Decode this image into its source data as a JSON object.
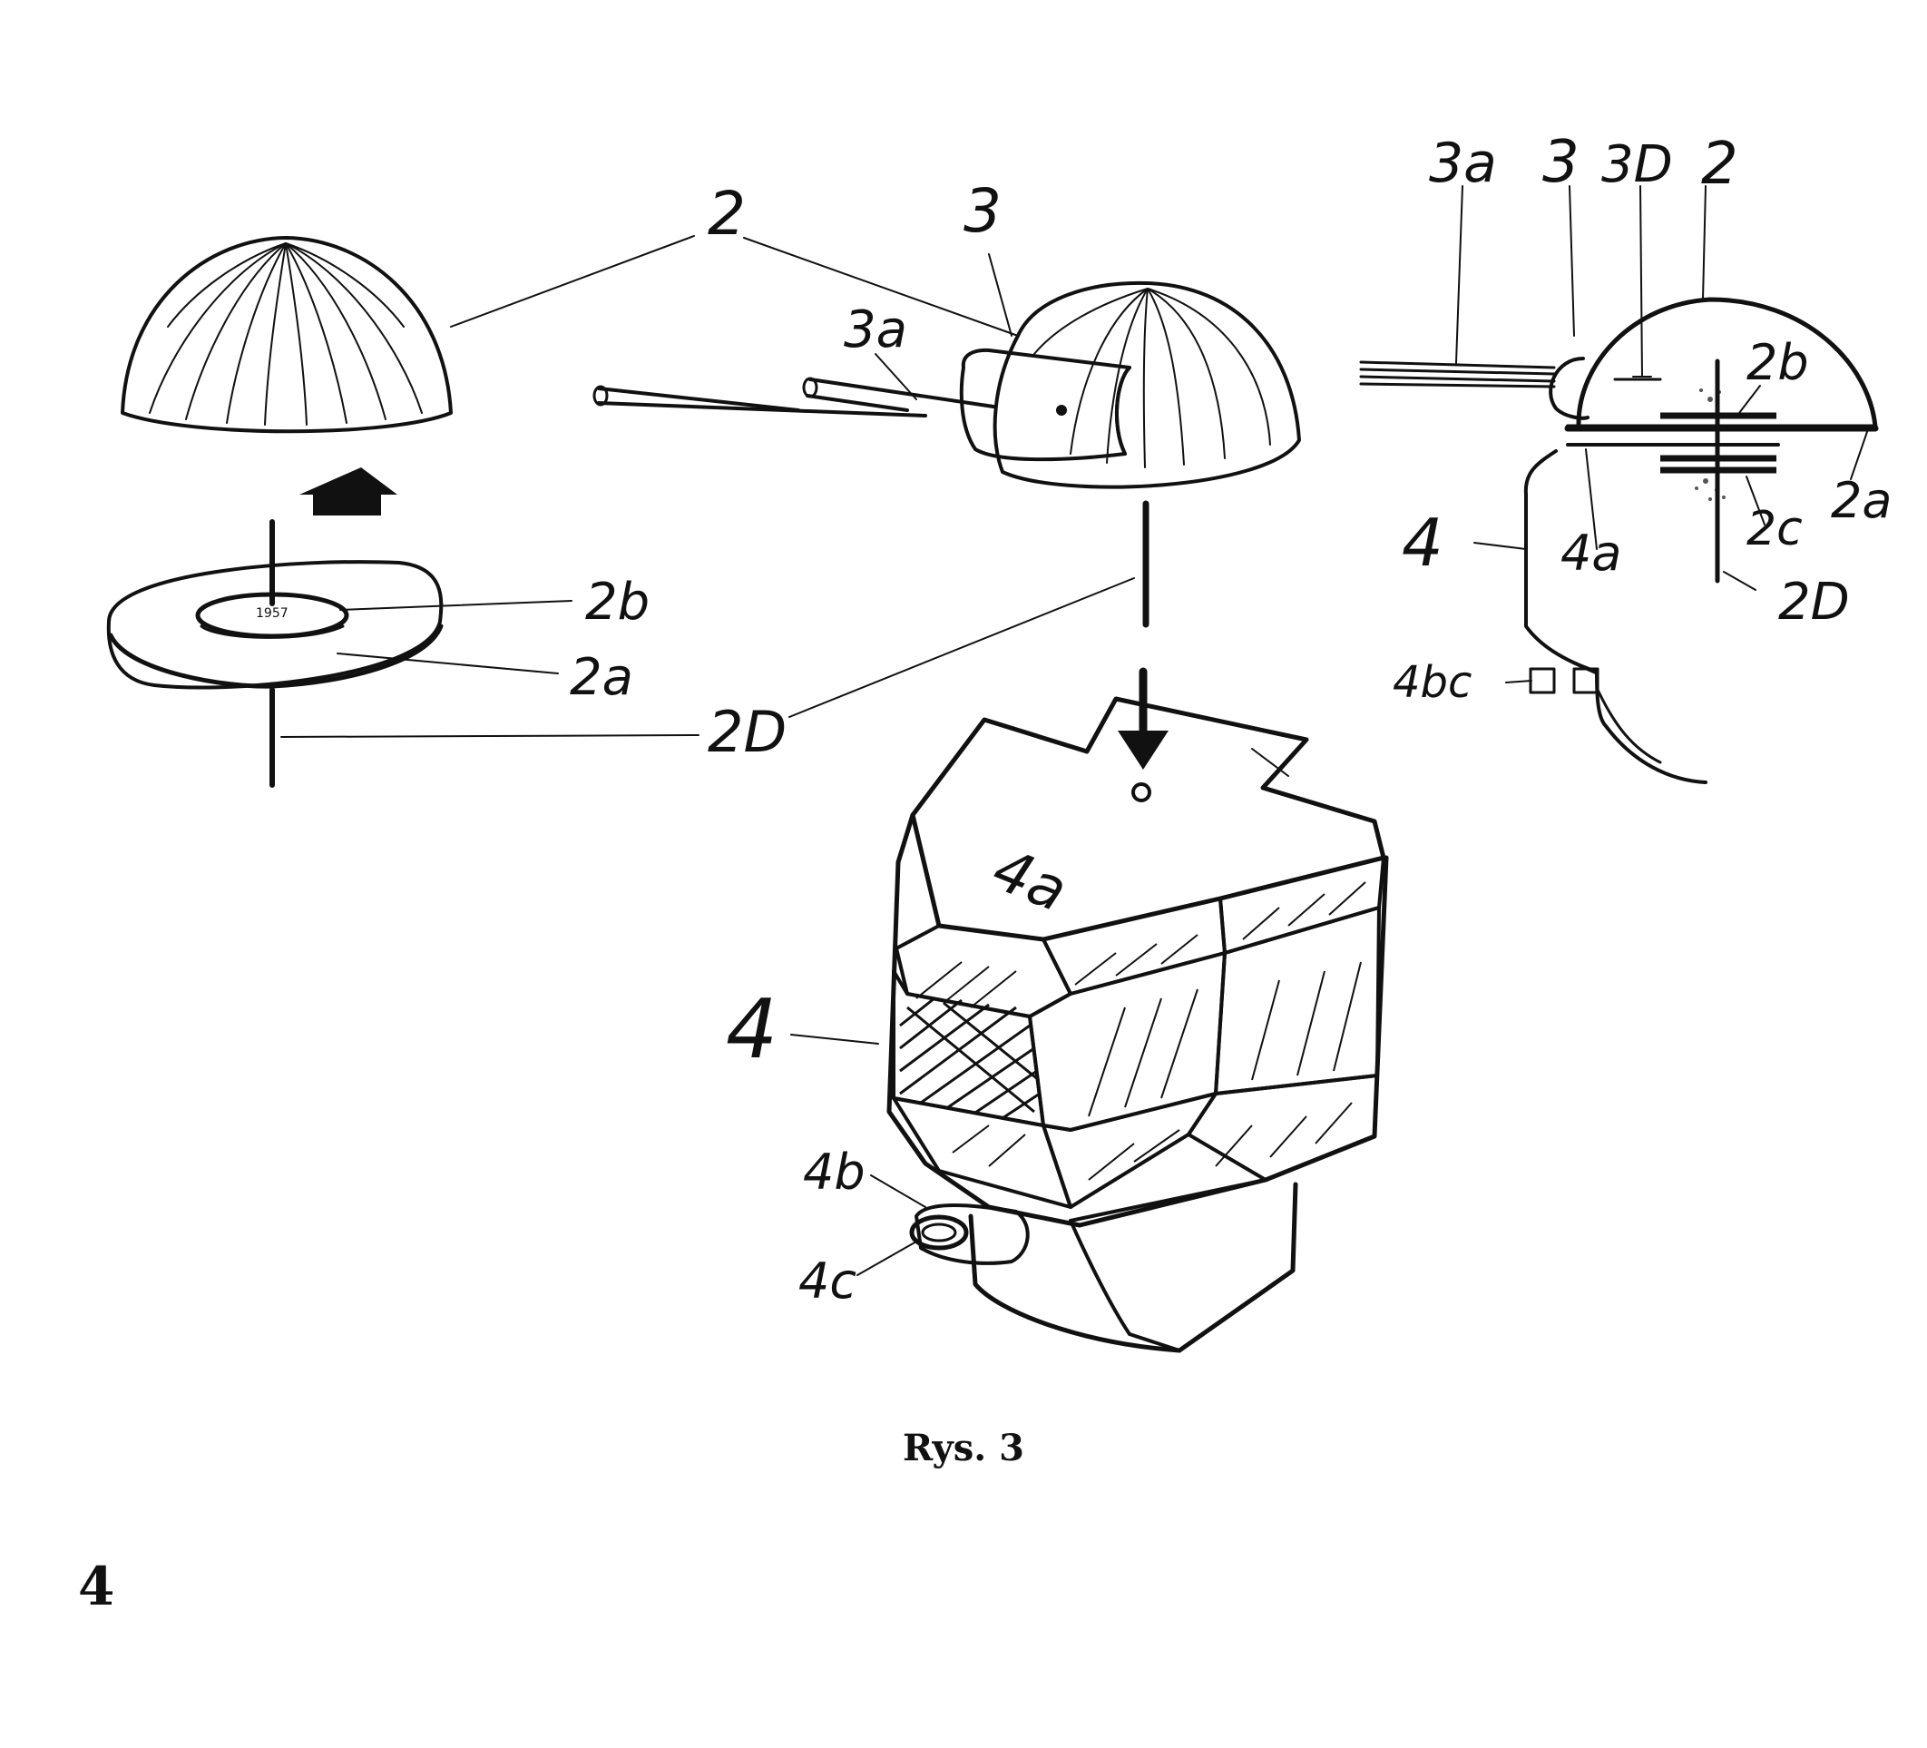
{
  "figure": {
    "caption": "Rys. 3",
    "page_number": "4",
    "labels": {
      "dome_left": "2",
      "pipe_3": "3",
      "pipe_3a": "3a",
      "disc_2b": "2b",
      "disc_2a": "2a",
      "rod_2D": "2D",
      "top_4a": "4a",
      "body_4": "4",
      "nozzle_4b": "4b",
      "nozzle_4c": "4c",
      "section_3a": "3a",
      "section_3": "3",
      "section_3D": "3D",
      "section_2": "2",
      "section_2b": "2b",
      "section_2a": "2a",
      "section_2c": "2c",
      "section_4a": "4a",
      "section_4": "4",
      "section_2D": "2D",
      "section_4bc": "4bc"
    }
  }
}
